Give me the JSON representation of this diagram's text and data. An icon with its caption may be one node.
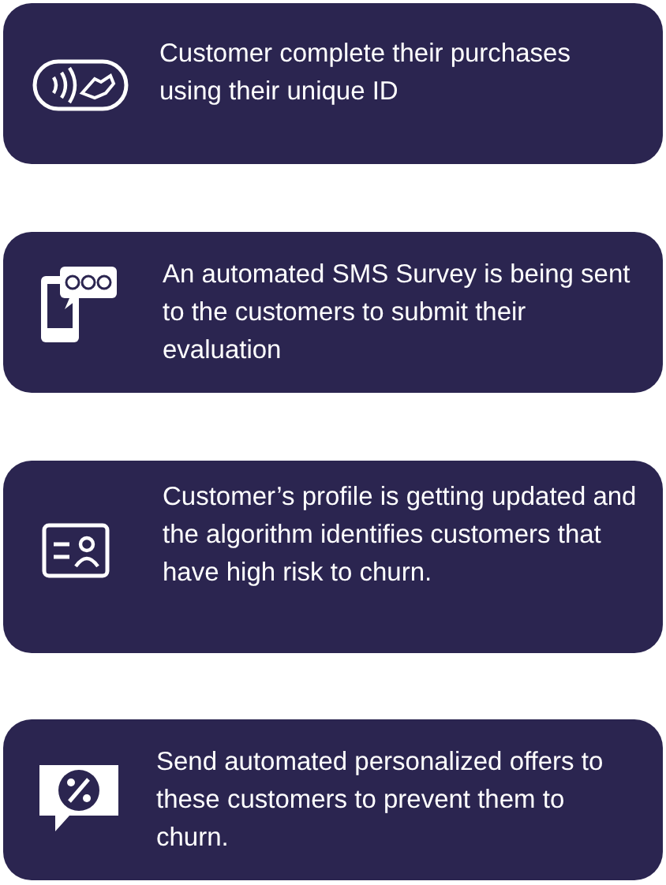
{
  "diagram": {
    "nodes": [
      {
        "text": [
          "Customer complete their purchases using their unique ID"
        ]
      },
      {
        "text": [
          "An automated SMS Survey is being sent to the customers to submit their evaluation"
        ]
      },
      {
        "text": [
          "Customer’s profile is getting updated and the algorithm identifies customers that have high risk to churn."
        ]
      },
      {
        "text": [
          "Send automated personalized offers to these customers to prevent them to churn."
        ]
      }
    ]
  }
}
